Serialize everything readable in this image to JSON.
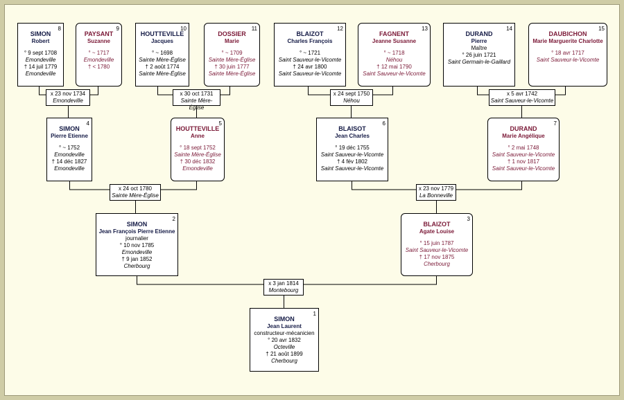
{
  "colors": {
    "background": "#fdfce8",
    "frame": "#cfcca6",
    "male_text": "#141a45",
    "female_text": "#7a1836",
    "line": "#000000"
  },
  "people": {
    "p1": {
      "num": "1",
      "surname": "SIMON",
      "given": "Jean Laurent",
      "occupation": "constructeur-mécanicien",
      "birth": "° 20 avr 1832",
      "birth_place": "Octeville",
      "death": "† 21 août 1899",
      "death_place": "Cherbourg"
    },
    "p2": {
      "num": "2",
      "surname": "SIMON",
      "given": "Jean François Pierre Etienne",
      "occupation": "journalier",
      "birth": "° 10 nov 1785",
      "birth_place": "Emondeville",
      "death": "† 9 jan 1852",
      "death_place": "Cherbourg"
    },
    "p3": {
      "num": "3",
      "surname": "BLAIZOT",
      "given": "Agate Louise",
      "birth": "° 15 juin 1787",
      "birth_place": "Saint Sauveur-le-Vicomte",
      "death": "† 17 nov 1875",
      "death_place": "Cherbourg"
    },
    "p4": {
      "num": "4",
      "surname": "SIMON",
      "given": "Pierre Etienne",
      "birth": "° ~ 1752",
      "birth_place": "Emondeville",
      "death": "† 14 déc 1827",
      "death_place": "Emondeville"
    },
    "p5": {
      "num": "5",
      "surname": "HOUTTEVILLE",
      "given": "Anne",
      "birth": "° 18 sept 1752",
      "birth_place": "Sainte Mère-Église",
      "death": "† 30 déc 1832",
      "death_place": "Emondeville"
    },
    "p6": {
      "num": "6",
      "surname": "BLAISOT",
      "given": "Jean Charles",
      "birth": "° 19 déc 1755",
      "birth_place": "Saint Sauveur-le-Vicomte",
      "death": "† 4 fév 1802",
      "death_place": "Saint Sauveur-le-Vicomte"
    },
    "p7": {
      "num": "7",
      "surname": "DURAND",
      "given": "Marie Angélique",
      "birth": "° 2 mai 1748",
      "birth_place": "Saint Sauveur-le-Vicomte",
      "death": "† 1 nov 1817",
      "death_place": "Saint Sauveur-le-Vicomte"
    },
    "p8": {
      "num": "8",
      "surname": "SIMON",
      "given": "Robert",
      "birth": "° 9 sept 1708",
      "birth_place": "Emondeville",
      "death": "† 14 juil 1779",
      "death_place": "Emondeville"
    },
    "p9": {
      "num": "9",
      "surname": "PAYSANT",
      "given": "Suzanne",
      "birth": "° ~ 1717",
      "birth_place": "Emondeville",
      "death": "† < 1780",
      "death_place": ""
    },
    "p10": {
      "num": "10",
      "surname": "HOUTTEVILLE",
      "given": "Jacques",
      "birth": "° ~ 1698",
      "birth_place": "Sainte Mère-Église",
      "death": "† 2 août 1774",
      "death_place": "Sainte Mère-Église"
    },
    "p11": {
      "num": "11",
      "surname": "DOSSIER",
      "given": "Marie",
      "birth": "° ~ 1709",
      "birth_place": "Sainte Mère-Église",
      "death": "† 30 juin 1777",
      "death_place": "Sainte Mère-Église"
    },
    "p12": {
      "num": "12",
      "surname": "BLAIZOT",
      "given": "Charles François",
      "birth": "° ~ 1721",
      "birth_place": "Saint Sauveur-le-Vicomte",
      "death": "† 24 avr 1800",
      "death_place": "Saint Sauveur-le-Vicomte"
    },
    "p13": {
      "num": "13",
      "surname": "FAGNENT",
      "given": "Jeanne Susanne",
      "birth": "° ~ 1718",
      "birth_place": "Néhou",
      "death": "† 12 mai 1790",
      "death_place": "Saint Sauveur-le-Vicomte"
    },
    "p14": {
      "num": "14",
      "surname": "DURAND",
      "given": "Pierre",
      "occupation": "Maître",
      "birth": "° 26 juin 1721",
      "birth_place": "Saint Germain-le-Gaillard",
      "death": "",
      "death_place": ""
    },
    "p15": {
      "num": "15",
      "surname": "DAUBICHON",
      "given": "Marie Marguerite Charlotte",
      "birth": "° 18 avr 1717",
      "birth_place": "Saint Sauveur-le-Vicomte",
      "death": "",
      "death_place": ""
    }
  },
  "marriages": {
    "m1": {
      "date": "x 3 jan 1814",
      "place": "Montebourg"
    },
    "m2": {
      "date": "x 24 oct 1780",
      "place": "Sainte Mère-Église"
    },
    "m3": {
      "date": "x 23 nov 1779",
      "place": "La Bonneville"
    },
    "m4": {
      "date": "x 23 nov 1734",
      "place": "Emondeville"
    },
    "m5": {
      "date": "x 30 oct 1731",
      "place": "Sainte Mère-Église"
    },
    "m6": {
      "date": "x 24 sept 1750",
      "place": "Néhou"
    },
    "m7": {
      "date": "x 5 avr 1742",
      "place": "Saint Sauveur-le-Vicomte"
    }
  }
}
